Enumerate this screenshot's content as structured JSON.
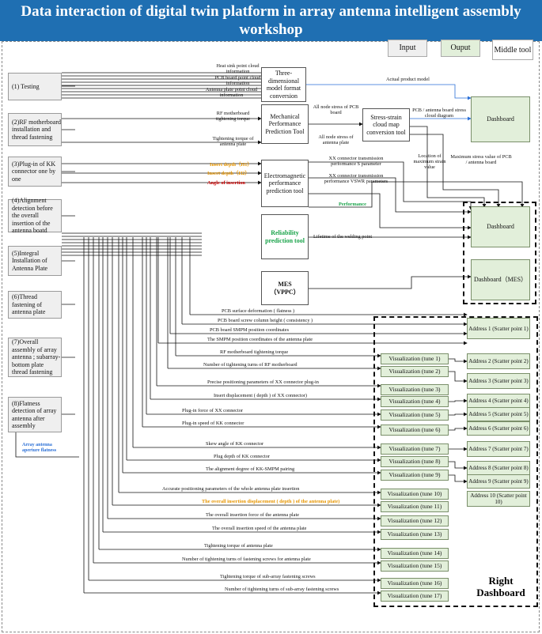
{
  "title": "Data interaction of digital twin platform in array antenna intelligent assembly workshop",
  "legend": {
    "input": "Input",
    "output": "Ouput",
    "middle": "Middle tool"
  },
  "inputs": [
    "(1) Testing",
    "(2)RF motherboard installation and thread fastening",
    "(3)Plug-in of KK connector one by one",
    "(4)Alignment detection before the overall insertion of the antenna boatd",
    "(5)Integral Installation of Antenna Plate",
    "(6)Thread fastening of antenna plate",
    "(7)Overall assembly of array antenna ; subarray-bottom plate thread fastening",
    "(8)Flatness detection of array antenna after assembly"
  ],
  "array_flatness": "Array antenna aperture flatness",
  "tools": {
    "three_d": "Three-dimensional model format conversion",
    "mech": "Mechanical Performance Prediction Tool",
    "stress": "Stress-strain cloud map conversion tool",
    "em": "Electromagnetic performance prediction tool",
    "rel": "Reliability prediction tool",
    "mes_title": "MES",
    "mes_sub": "（VPPC）"
  },
  "dashboards": {
    "d1": "Dashboard",
    "d2": "Dashboard",
    "d3": "Dashboard（MES）"
  },
  "right_dashboard": "Right Dashboard",
  "top_labels": {
    "heat_sink": "Heat sink point cloud information",
    "pcb_point": "PCB board point cloud information",
    "antenna_point": "Antenna plate point cloud information",
    "actual_model": "Actual product model",
    "rf_torque": "RF motherboard tightening torque",
    "tight_antenna": "Tightening torque of antenna plate",
    "node_pcb": "All node stress of PCB board",
    "node_antenna": "All node stress of antenna plate",
    "stress_cloud": "PCB / antenna board stress cloud diagram",
    "max_stress": "Maximum stress value of PCB / antenna board",
    "max_strain": "Location of maximum strain value",
    "insert_h1": "Insert depth（H1）",
    "insert_h2": "Insert depth（H2）",
    "angle": "Angle of insertion",
    "s_param": "XX connector transmission performance S parameter",
    "vswr": "XX connector transmission performance VSWR parameters",
    "performance": "Performance",
    "lifetime": "Lifetime of the welding point"
  },
  "row_labels": [
    "PCB surface deformation ( flatness )",
    "PCB board screw column height ( consistency )",
    "PCB board SMPM position coordinates",
    "The SMPM position coordinates of the antenna plate",
    "RF motherboard tightening torque",
    "Number of tightening turns of RF motherboard",
    "Precise positioning parameters of XX connector plug-in",
    "Insert displacement ( depth ) of XX connector)",
    "Plug-in force of XX connector",
    "Plug-in speed of KK connector",
    "Skew angle of KK connector",
    "Plug depth of KK connector",
    "The alignment degree of KK-SMPM pairing",
    "Accurate positioning parameters of the whole antenna plate insertion",
    "The overall insertion displacement ( depth ) of the antenna plate)",
    "The overall insertion force of the antenna plate",
    "The overall insertion speed of the antenna plate",
    "Tightening torque of antenna plate",
    "Number of tightening turns of fastening screws for antenna plate",
    "Tightening torque of sub-array fastening screws",
    "Number of tightening turns of sub-array fastening screws"
  ],
  "visualizations": [
    "Visualization (tune 1)",
    "Visualization (tune 2)",
    "Visualization (tune 3)",
    "Visualization (tune 4)",
    "Visualization (tune 5)",
    "Visualization (tune 6)",
    "Visualization (tune 7)",
    "Visualization (tune 8)",
    "Visualization (tune 9)",
    "Visualization (tune 10)",
    "Visualization (tune 11)",
    "Visualization (tune 12)",
    "Visualization (tune 13)",
    "Visualization (tune 14)",
    "Visualization (tune 15)",
    "Visualization (tune 16)",
    "Visualization (tune 17)"
  ],
  "addresses": [
    "Address 1 (Scatter point 1)",
    "Address 2 (Scatter point 2)",
    "Address 3 (Scatter point 3)",
    "Address 4 (Scatter point 4)",
    "Address 5 (Scatter point 5)",
    "Address 6 (Scatter point 6)",
    "Address 7 (Scatter point 7)",
    "Address 8 (Scatter point 8)",
    "Address 9 (Scatter point 9)",
    "Address 10 (Scatter point 10)"
  ]
}
